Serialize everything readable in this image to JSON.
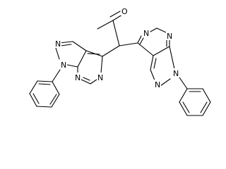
{
  "molecule": {
    "atoms": {
      "oxygen": "O",
      "n1_left": "N",
      "n2_left": "N",
      "n5_left": "N",
      "n7_left": "N",
      "n1_right": "N",
      "n2_right": "N",
      "n5_right": "N",
      "n7_right": "N"
    }
  }
}
